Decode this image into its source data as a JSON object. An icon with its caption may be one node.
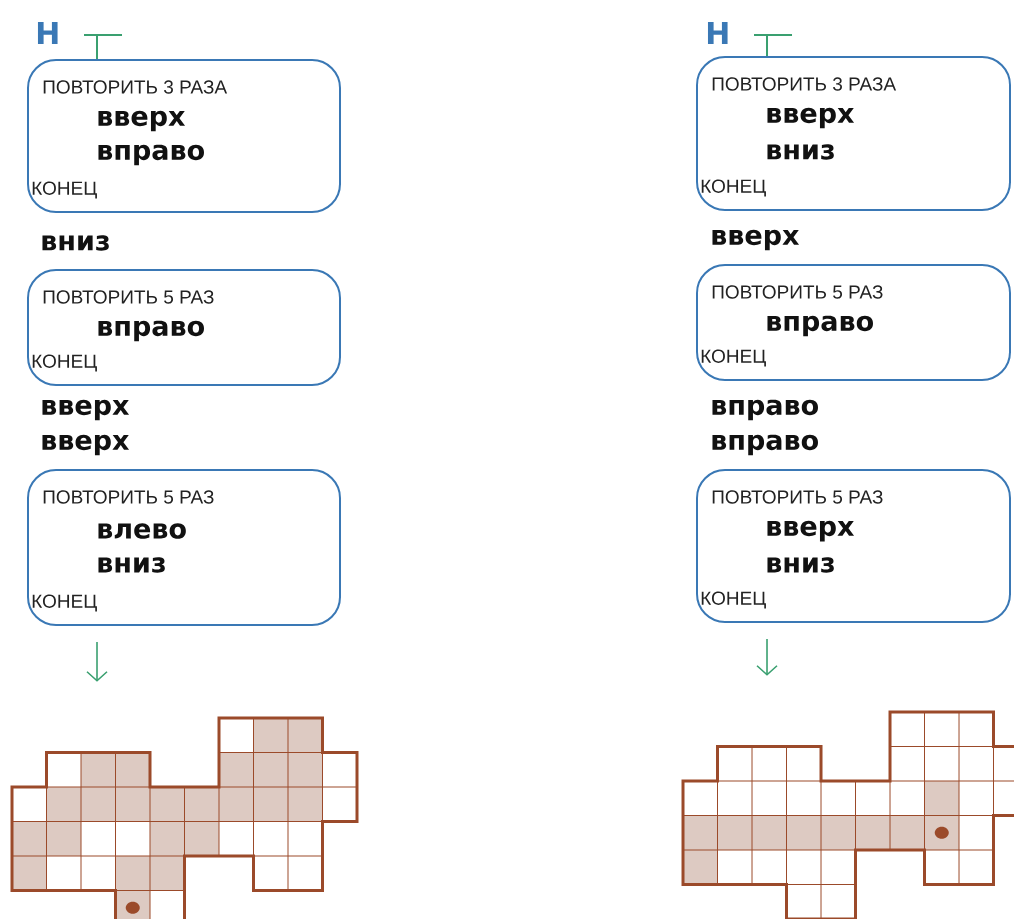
{
  "diagram": {
    "nodes": [
      {
        "text": [
          "ПОВТОРИТЬ 3 РАЗА",
          "вверх",
          "вправо",
          "КОНЕЦ"
        ]
      },
      {
        "text": [
          "ПОВТОРИТЬ 5 РАЗ",
          "вправо",
          "КОНЕЦ"
        ]
      },
      {
        "text": [
          "ПОВТОРИТЬ 5 РАЗ",
          "влево",
          "вниз",
          "КОНЕЦ"
        ]
      },
      {
        "text": [],
        "shape": "picture"
      },
      {
        "text": [
          "ПОВТОРИТЬ 3 РАЗА",
          "вверх",
          "вниз",
          "КОНЕЦ"
        ]
      },
      {
        "text": [
          "ПОВТОРИТЬ 5 РАЗ",
          "вправо",
          "КОНЕЦ"
        ]
      },
      {
        "text": [
          "ПОВТОРИТЬ 5 РАЗ",
          "вверх",
          "вниз",
          "КОНЕЦ"
        ]
      },
      {
        "text": [],
        "shape": "picture"
      }
    ],
    "edges": [
      {
        "from": 2,
        "to": 3,
        "arrow": "to"
      },
      {
        "from": 6,
        "to": 7,
        "arrow": "to"
      }
    ],
    "labels": [
      "Н",
      "вниз",
      "вверх",
      "вверх",
      "Н",
      "вверх",
      "вправо",
      "вправо"
    ]
  }
}
